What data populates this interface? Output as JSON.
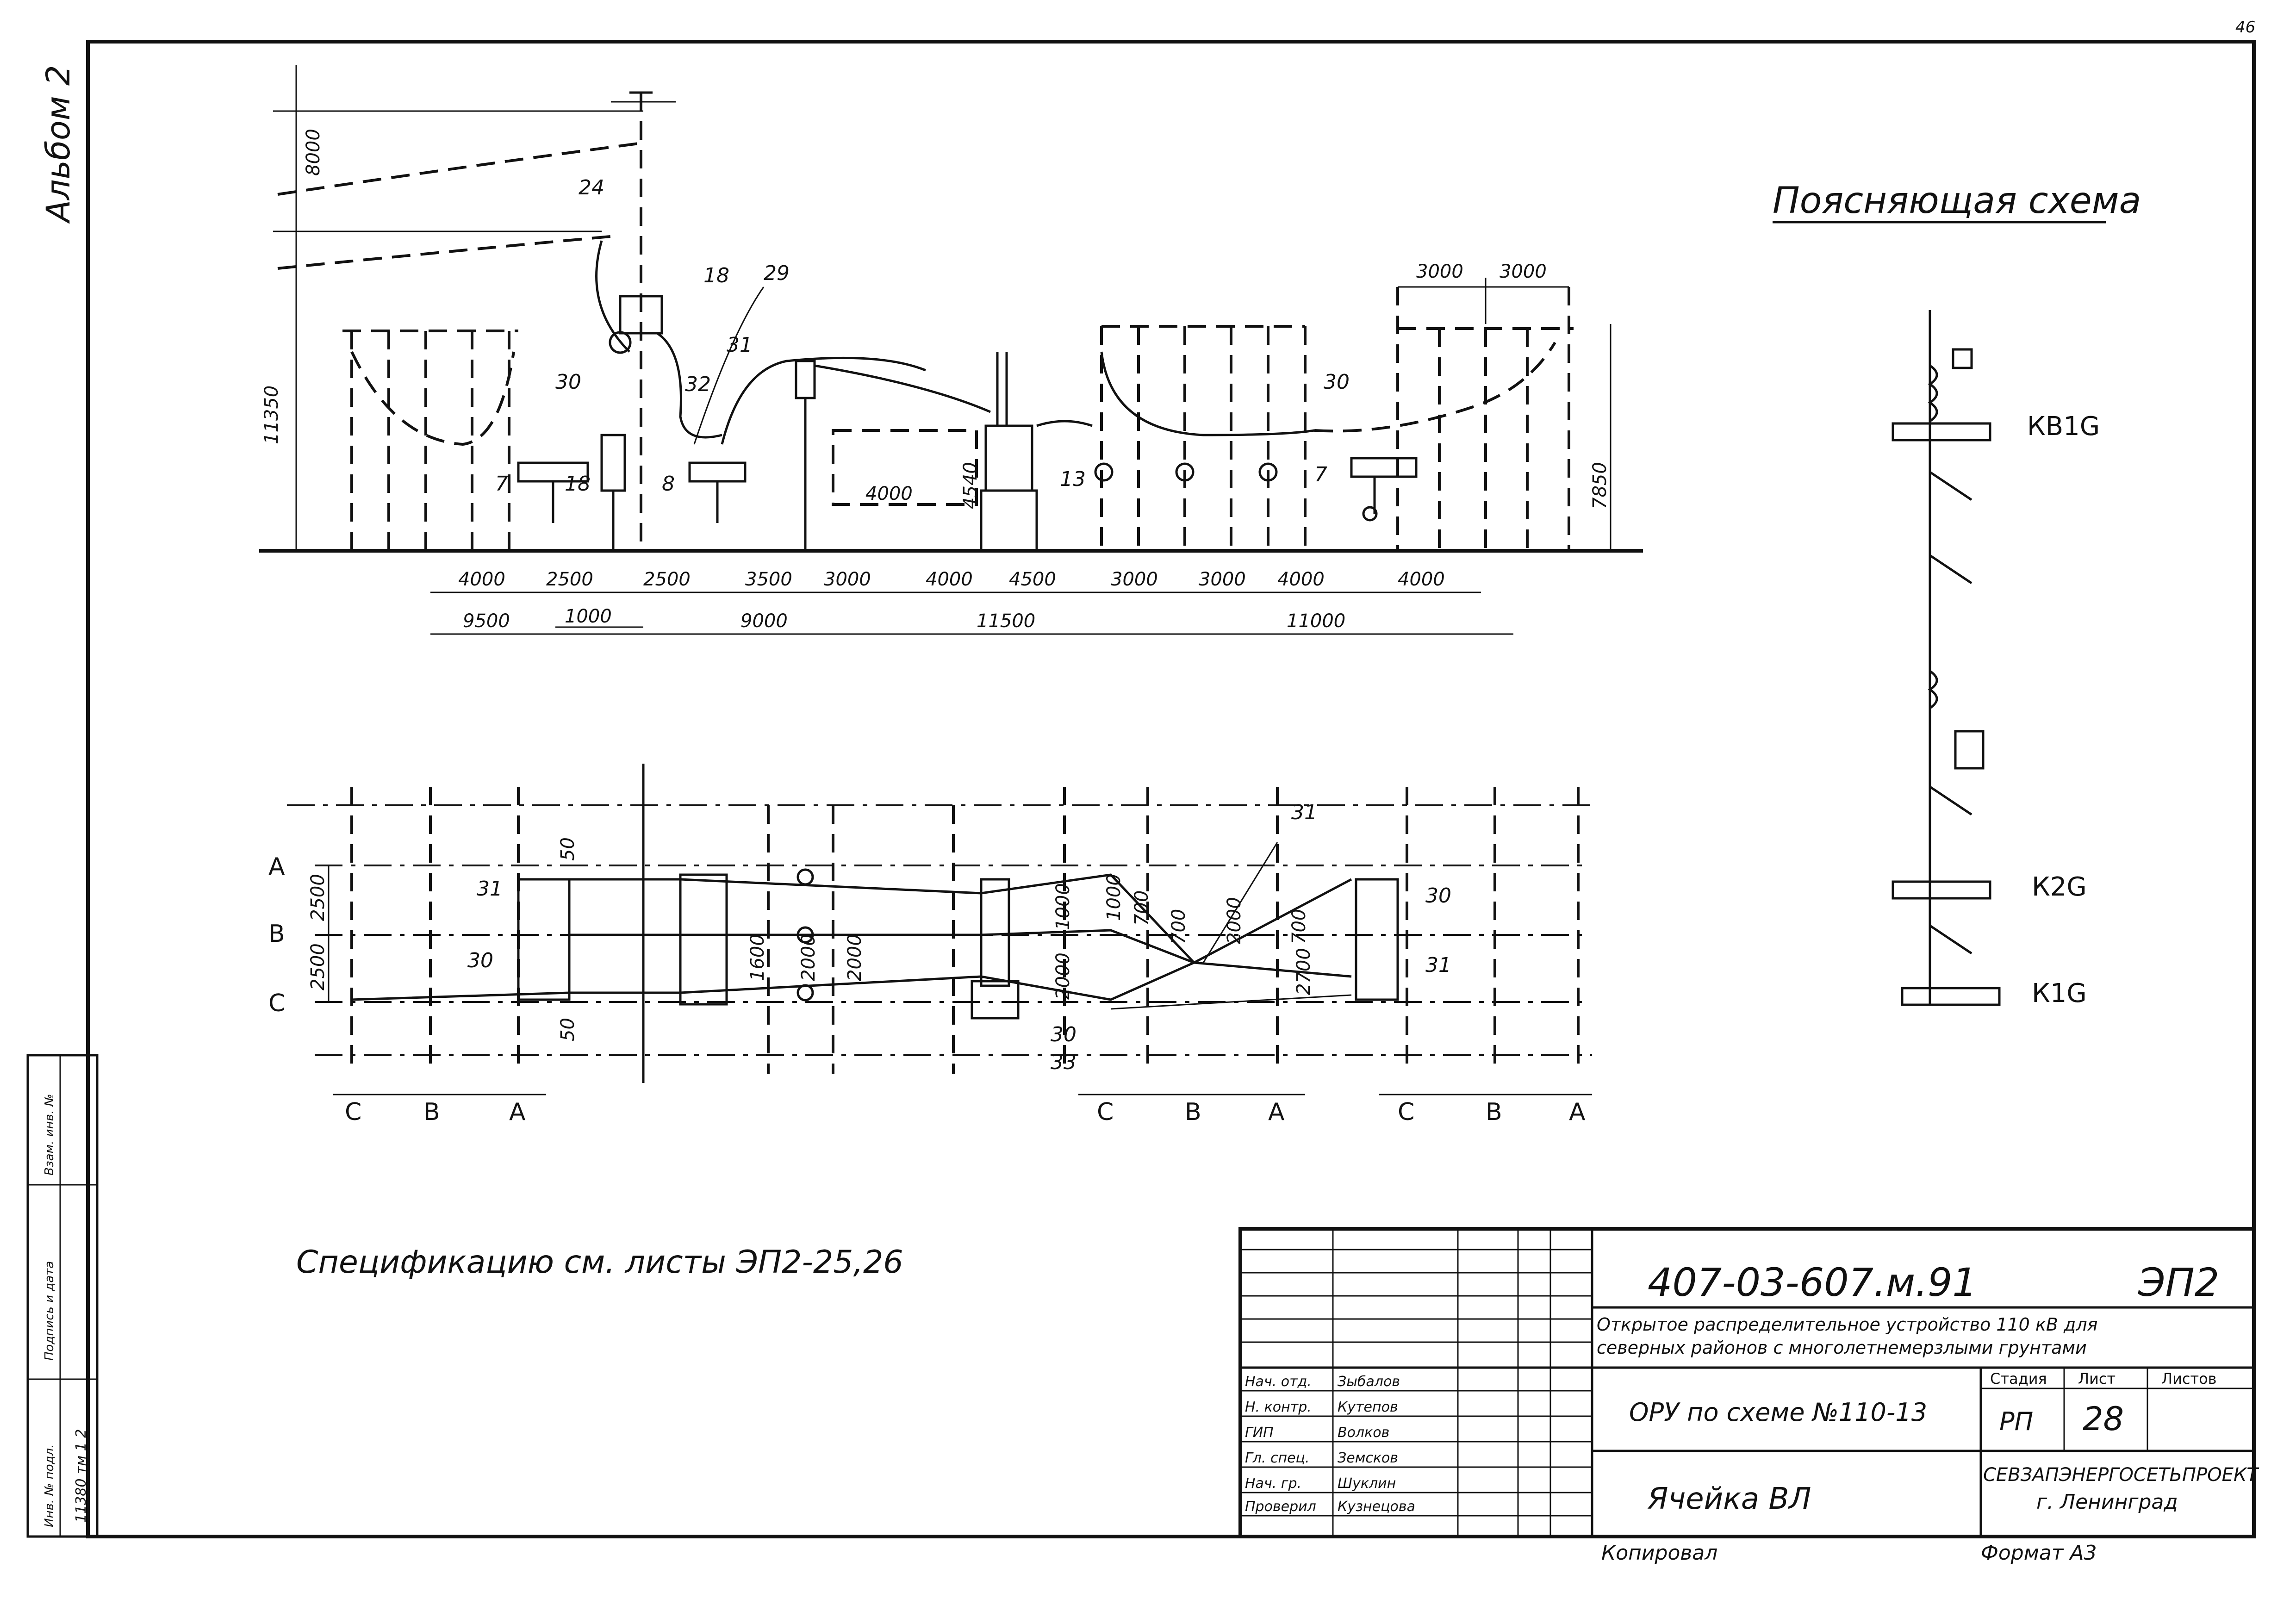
{
  "album_label": "Альбом 2",
  "scheme_title": "Поясняющая схема",
  "scheme_labels": [
    "КВ1G",
    "К2G",
    "К1G"
  ],
  "elevation": {
    "vertical_dims": [
      "8000",
      "11350",
      "7850",
      "4540"
    ],
    "top_dims": [
      "3000",
      "3000"
    ],
    "dim_row1": [
      "4000",
      "2500",
      "2500",
      "3500",
      "3000",
      "4000",
      "4500",
      "3000",
      "3000",
      "4000",
      "4000"
    ],
    "dim_small": "1000",
    "dim_row2": [
      "9500",
      "9000",
      "11500",
      "11000"
    ],
    "inner_dim": "4000",
    "callouts": [
      "24",
      "18",
      "29",
      "31",
      "30",
      "32",
      "7",
      "18",
      "8",
      "13",
      "30",
      "7"
    ]
  },
  "plan": {
    "phase_labels_left": [
      "А",
      "В",
      "С"
    ],
    "vertical_dims": [
      "2500",
      "2500"
    ],
    "dims_inner": [
      "50",
      "50",
      "1600",
      "2000",
      "2000",
      "1000",
      "1000",
      "2000",
      "700",
      "700",
      "2000",
      "2700",
      "700"
    ],
    "callouts": [
      "31",
      "30",
      "31",
      "30",
      "31",
      "30",
      "33"
    ],
    "bottom_labels": [
      "С",
      "В",
      "А",
      "С",
      "В",
      "А",
      "С",
      "В",
      "А"
    ]
  },
  "spec_note": "Спецификацию см. листы ЭП2-25,26",
  "side_stamp": {
    "headers": [
      "Инв. № подл.",
      "Подпись и дата",
      "Взам. инв. №"
    ],
    "inv_value": "11380 тм 1 2"
  },
  "title_block": {
    "doc_code": "407-03-607.м.91",
    "sheet_code": "ЭП2",
    "project_title_line1": "Открытое распределительное устройство 110 кВ для",
    "project_title_line2": "северных районов с многолетнемерзлыми грунтами",
    "section_title": "ОРУ по схеме №110-13",
    "drawing_title": "Ячейка ВЛ",
    "stage_header": "Стадия",
    "sheet_header": "Лист",
    "sheets_header": "Листов",
    "stage": "РП",
    "sheet": "28",
    "sheets": "",
    "org_line1": "СЕВЗАПЭНЕРГОСЕТЬПРОЕКТ",
    "org_line2": "г. Ленинград",
    "roles": [
      "Нач. отд.",
      "Н. контр.",
      "ГИП",
      "Гл. спец.",
      "Нач. гр.",
      "Проверил"
    ],
    "names": [
      "Зыбалов",
      "Кутепов",
      "Волков",
      "Земсков",
      "Шуклин",
      "Кузнецова"
    ],
    "signatures": [
      "",
      "",
      "",
      "",
      "",
      ""
    ],
    "copied_label": "Копировал",
    "format_label": "Формат А3",
    "corner_mark": "46"
  }
}
